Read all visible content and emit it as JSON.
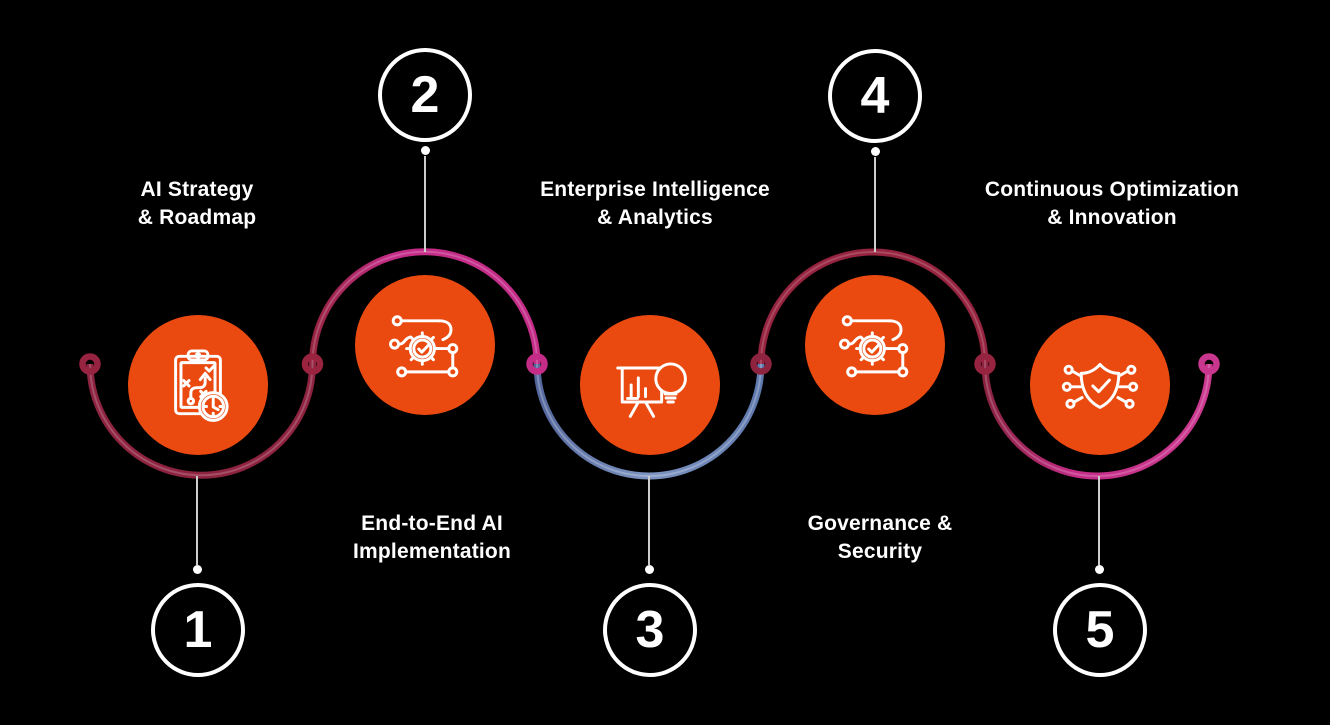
{
  "figure": {
    "type": "process-timeline",
    "background_color": "#000000",
    "step_count": 5
  },
  "colors": {
    "step_circle_orange": "#EA4A10",
    "arc_maroon": "#8E2340",
    "arc_magenta": "#C42C87",
    "arc_blue": "#5F79AE",
    "text_white": "#FFFFFF",
    "connector_gray": "#CDCDCD"
  },
  "path": {
    "start_node_color": "#96233F",
    "end_node_color": "#C9368D",
    "segments": [
      {
        "step": 1,
        "side": "below",
        "color": "#8E2340"
      },
      {
        "step": 2,
        "side": "above",
        "color": "#C42C87"
      },
      {
        "step": 3,
        "side": "below",
        "color": "#5F79AE"
      },
      {
        "step": 4,
        "side": "above",
        "color": "#96233F"
      },
      {
        "step": 5,
        "side": "below",
        "color": "#C5308C"
      }
    ]
  },
  "steps": [
    {
      "number": "1",
      "label_line1": "AI Strategy",
      "label_line2": "& Roadmap",
      "icon": "strategy-clipboard-clock-icon",
      "number_position": "below",
      "label_position": "above"
    },
    {
      "number": "2",
      "label_line1": "End-to-End AI",
      "label_line2": "Implementation",
      "icon": "process-gear-icon",
      "number_position": "above",
      "label_position": "below"
    },
    {
      "number": "3",
      "label_line1": "Enterprise Intelligence",
      "label_line2": "& Analytics",
      "icon": "analytics-presentation-icon",
      "number_position": "below",
      "label_position": "above"
    },
    {
      "number": "4",
      "label_line1": "Governance &",
      "label_line2": "Security",
      "icon": "process-gear-icon",
      "number_position": "above",
      "label_position": "below"
    },
    {
      "number": "5",
      "label_line1": "Continuous Optimization",
      "label_line2": "& Innovation",
      "icon": "shield-circuit-icon",
      "number_position": "below",
      "label_position": "above"
    }
  ]
}
